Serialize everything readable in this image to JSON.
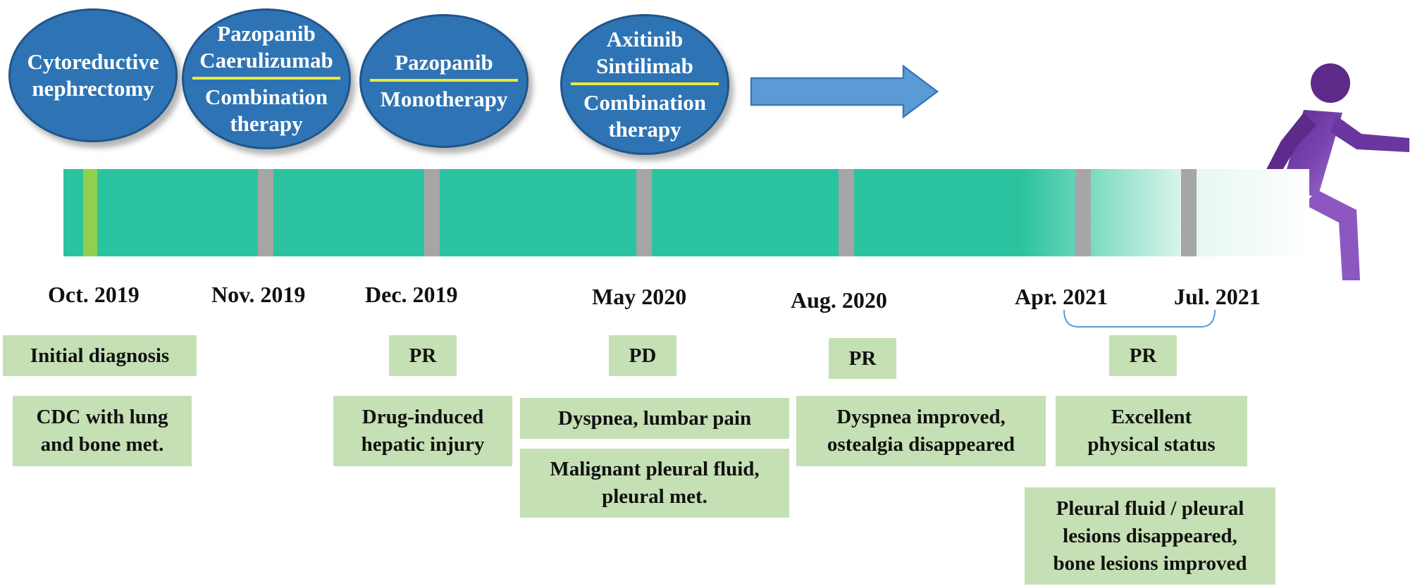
{
  "treatments": {
    "t1": {
      "line1": "Cytoreductive",
      "line2": "nephrectomy"
    },
    "t2": {
      "drug1": "Pazopanib",
      "drug2": "Caerulizumab",
      "type1": "Combination",
      "type2": "therapy"
    },
    "t3": {
      "drug1": "Pazopanib",
      "type1": "Monotherapy"
    },
    "t4": {
      "drug1": "Axitinib",
      "drug2": "Sintilimab",
      "type1": "Combination",
      "type2": "therapy"
    }
  },
  "dates": {
    "oct2019": "Oct. 2019",
    "nov2019": "Nov. 2019",
    "dec2019": "Dec. 2019",
    "may2020": "May 2020",
    "aug2020": "Aug. 2020",
    "apr2021": "Apr. 2021",
    "jul2021": "Jul. 2021"
  },
  "events": {
    "initial_diagnosis": "Initial diagnosis",
    "cdc_line1": "CDC with lung",
    "cdc_line2": "and bone met.",
    "pr_dec2019": "PR",
    "hepatic_line1": "Drug-induced",
    "hepatic_line2": "hepatic injury",
    "pd_may2020": "PD",
    "dyspnea_lumbar": "Dyspnea, lumbar pain",
    "pleural_line1": "Malignant pleural fluid,",
    "pleural_line2": "pleural met.",
    "pr_aug2020": "PR",
    "improved_line1": "Dyspnea improved,",
    "improved_line2": "ostealgia disappeared",
    "pr_2021": "PR",
    "excellent_line1": "Excellent",
    "excellent_line2": "physical status",
    "lesions_line1": "Pleural fluid / pleural",
    "lesions_line2": "lesions disappeared,",
    "lesions_line3": "bone lesions improved"
  },
  "colors": {
    "bubble_fill": "#2e74b5",
    "divider": "#e8ea3c",
    "bar": "#2bc39f",
    "tick": "#a6a6a6",
    "surgery_tick": "#8fd14f",
    "event_box": "#c5e0b4",
    "arrow": "#5b9bd5",
    "runner": "#7b3fa8"
  },
  "icons": {
    "forward": "right-arrow-icon",
    "patient": "running-person-icon"
  }
}
